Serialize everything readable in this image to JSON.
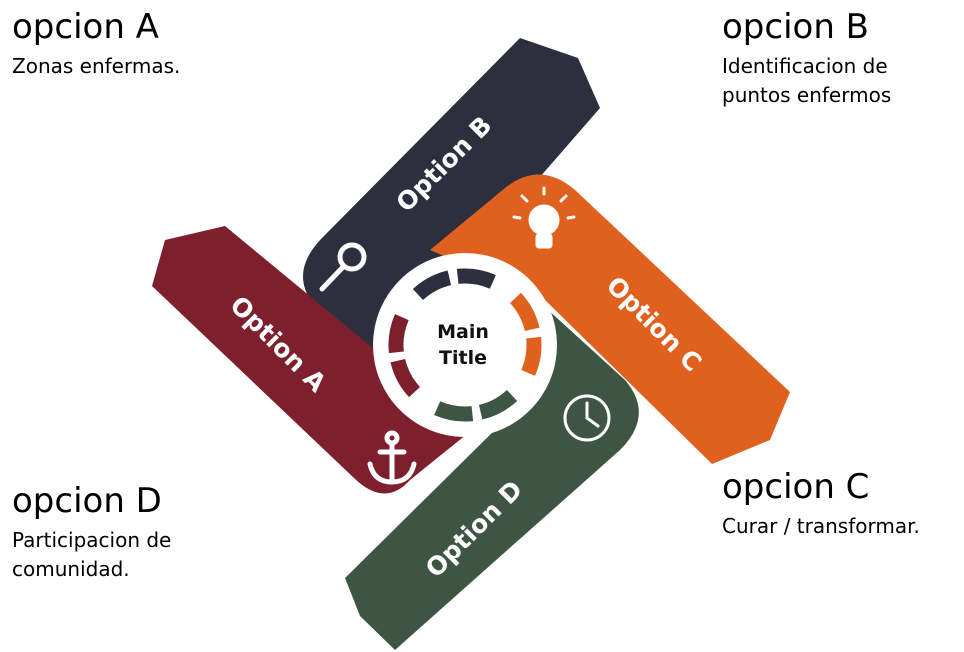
{
  "corners": {
    "a": {
      "heading": "opcion A",
      "desc": "Zonas enfermas."
    },
    "b": {
      "heading": "opcion B",
      "desc": "Identificacion de puntos enfermos"
    },
    "c": {
      "heading": "opcion C",
      "desc": "Curar / transformar."
    },
    "d": {
      "heading": "opcion D",
      "desc": "Participacion de comunidad."
    }
  },
  "center": {
    "line1": "Main",
    "line2": "Title"
  },
  "arms": {
    "a": {
      "label": "Option A",
      "color": "#7e1f2e",
      "icon": "anchor-icon"
    },
    "b": {
      "label": "Option B",
      "color": "#2d2f3e",
      "icon": "magnifier-icon"
    },
    "c": {
      "label": "Option C",
      "color": "#e0601e",
      "icon": "lightbulb-icon"
    },
    "d": {
      "label": "Option D",
      "color": "#3e5544",
      "icon": "clock-icon"
    }
  }
}
